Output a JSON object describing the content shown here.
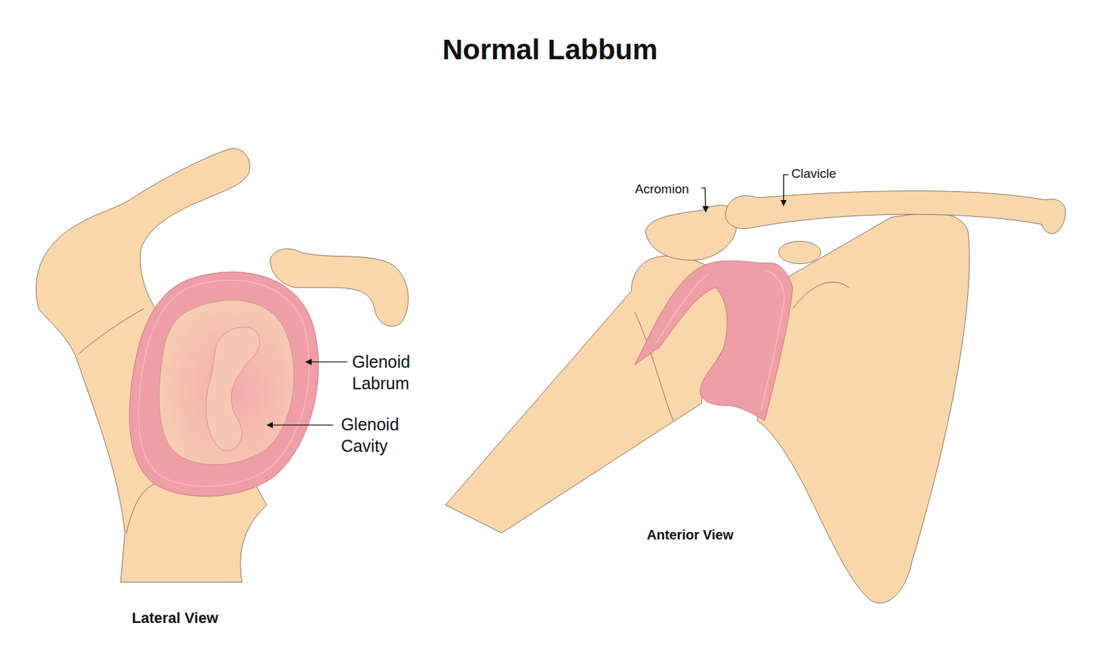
{
  "diagram": {
    "title": "Normal Labbum",
    "labels": [
      "Glenoid Labrum",
      "Glenoid Cavity",
      "Acromion",
      "Clavicle",
      "Lateral View",
      "Anterior View"
    ]
  }
}
